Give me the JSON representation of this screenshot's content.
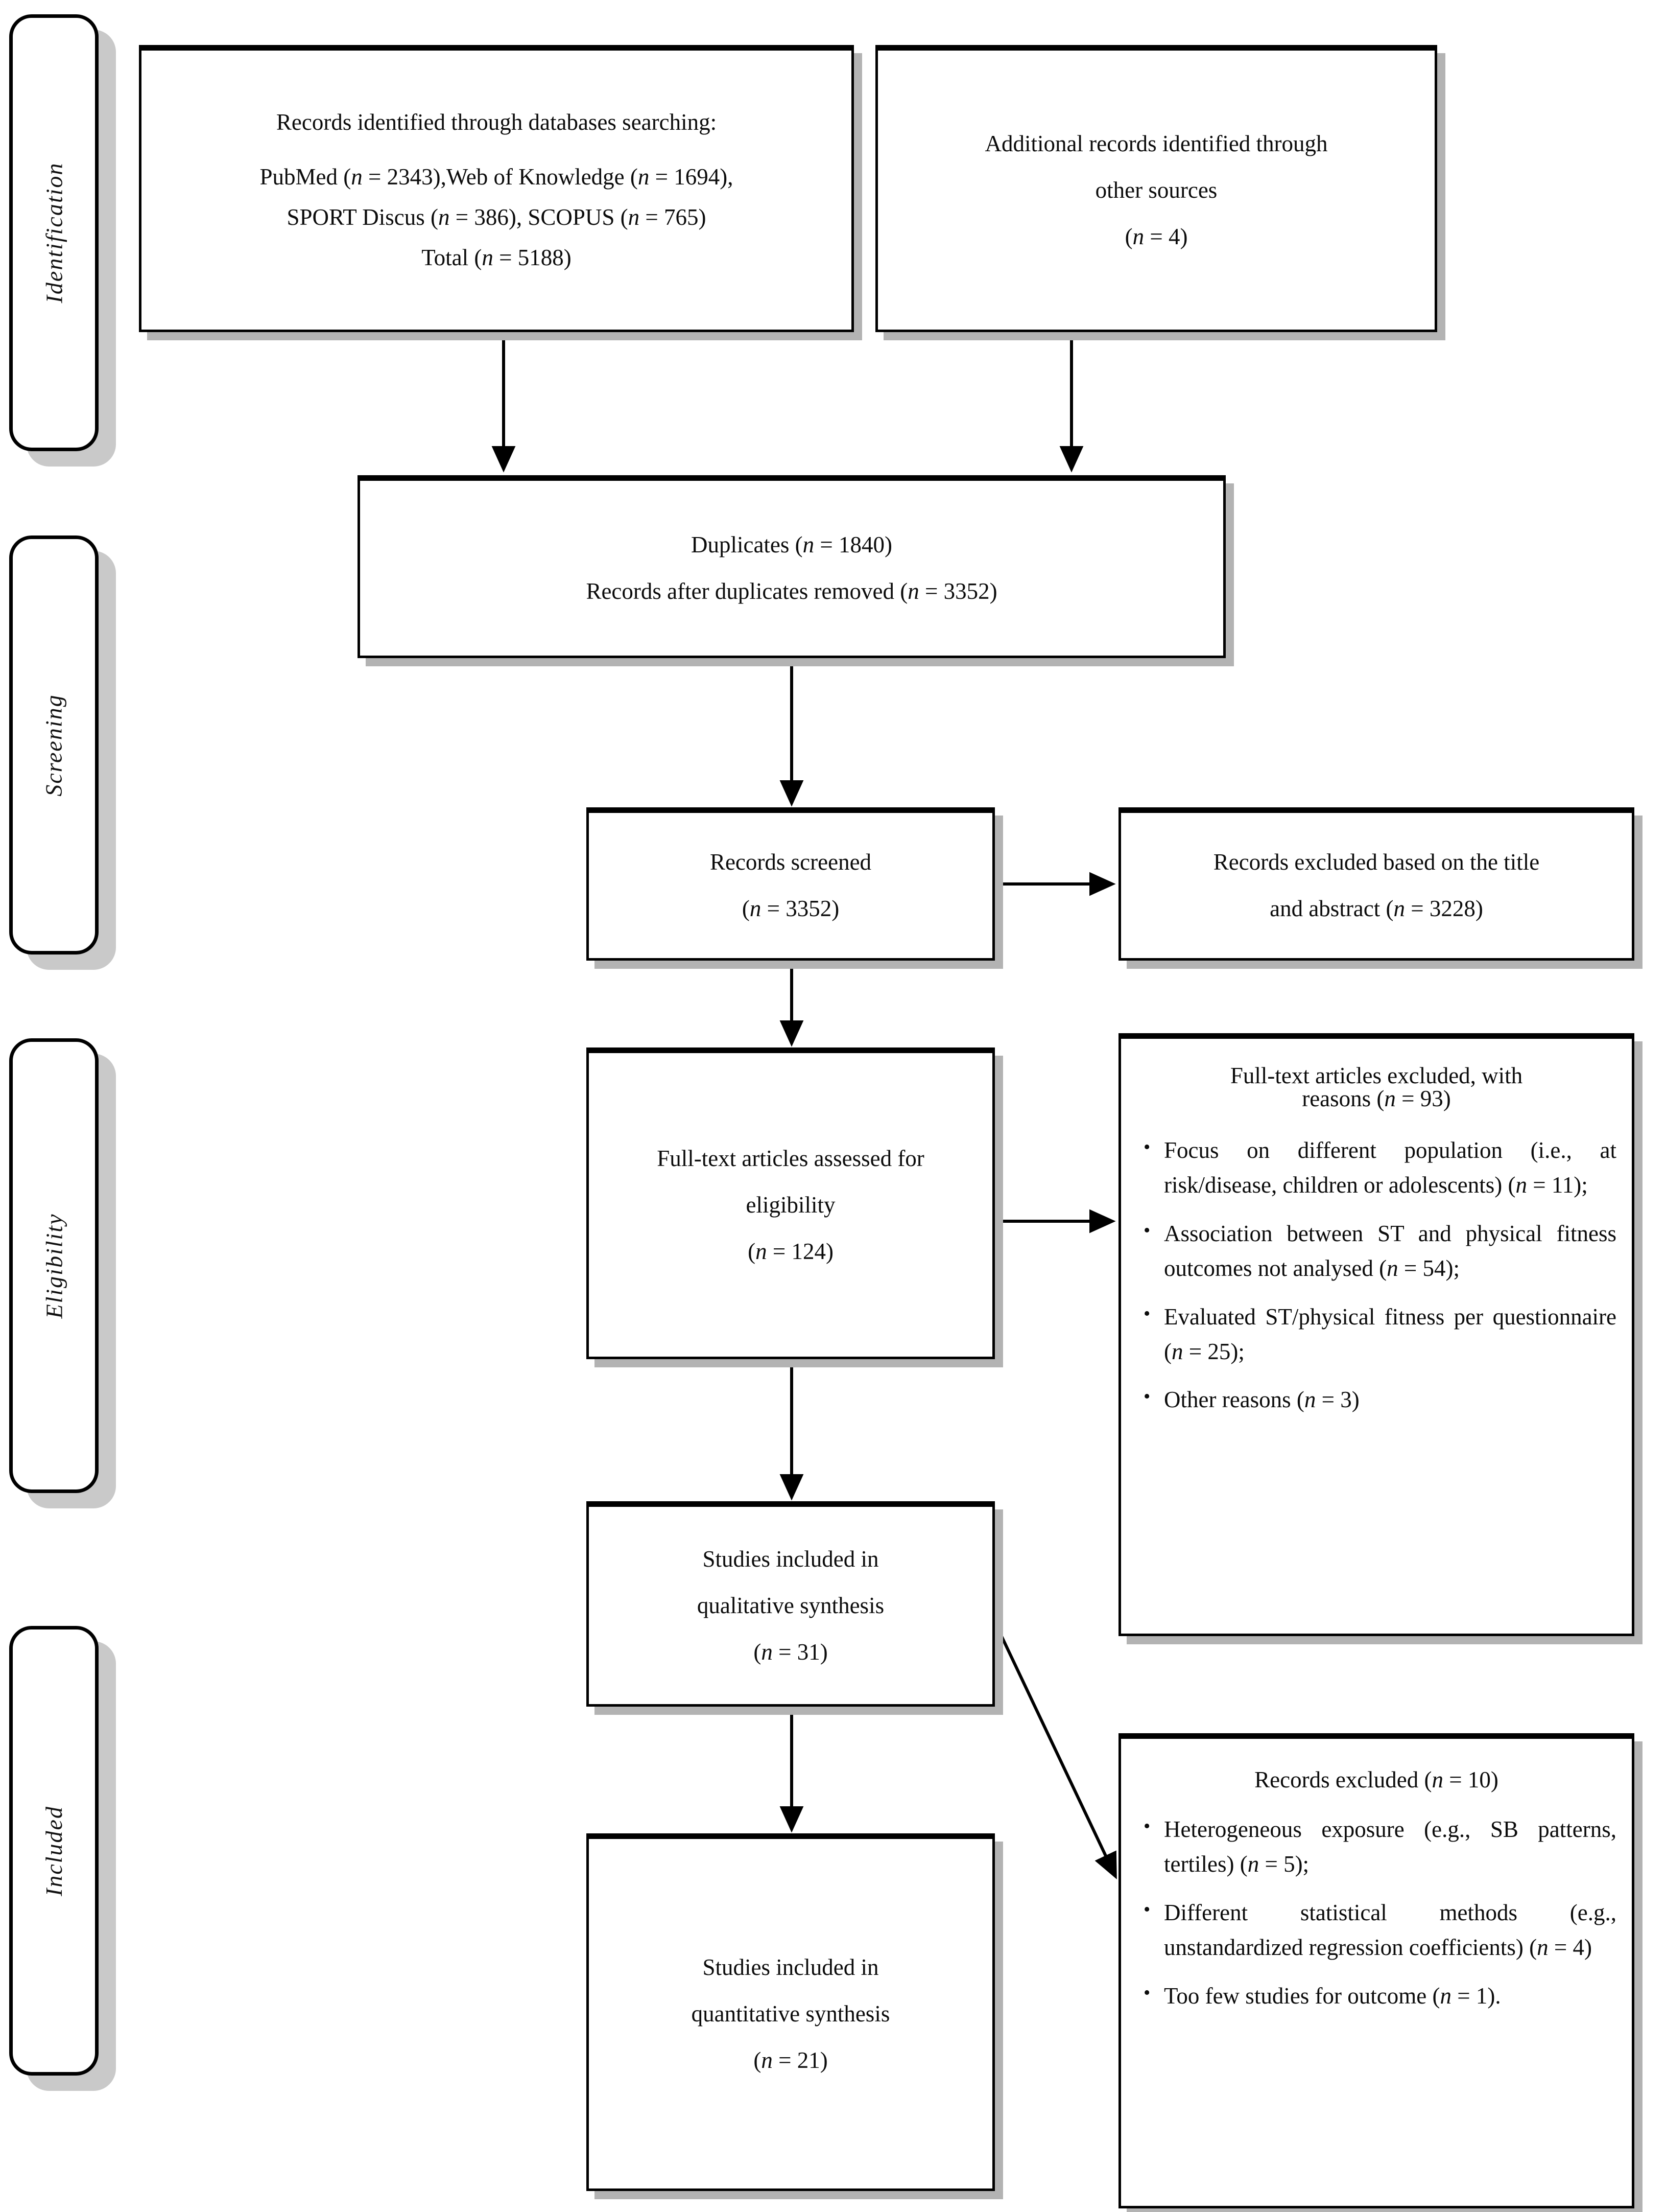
{
  "diagram": {
    "type": "prisma-flow-diagram",
    "stages": [
      {
        "id": "identification",
        "label": "Identification"
      },
      {
        "id": "screening",
        "label": "Screening"
      },
      {
        "id": "eligibility",
        "label": "Eligibility"
      },
      {
        "id": "included",
        "label": "Included"
      }
    ],
    "boxes": {
      "databases": {
        "line1": "Records identified through databases searching:",
        "line2": "PubMed (",
        "line2_n": "n",
        "line2_rest": " = 2343),Web of Knowledge (",
        "line2_n2": "n",
        "line2_end": " = 1694),",
        "line3_a": "SPORT Discus (",
        "line3_n": "n",
        "line3_b": " = 386), SCOPUS (",
        "line3_n2": "n",
        "line3_c": " = 765)",
        "line4_a": "Total (",
        "line4_n": "n",
        "line4_b": " = 5188)"
      },
      "other_sources": {
        "line1": "Additional records identified through",
        "line2": "other sources",
        "line3_a": "(",
        "line3_n": "n",
        "line3_b": " = 4)"
      },
      "duplicates": {
        "line1_a": "Duplicates (",
        "line1_n": "n",
        "line1_b": " = 1840)",
        "line2_a": "Records after duplicates removed (",
        "line2_n": "n",
        "line2_b": " = 3352)"
      },
      "records_screened": {
        "line1": "Records screened",
        "line2_a": "(",
        "line2_n": "n",
        "line2_b": " = 3352)"
      },
      "records_excluded_title": {
        "line1": "Records excluded based on the title",
        "line2_a": "and abstract (",
        "line2_n": "n",
        "line2_b": " = 3228)"
      },
      "fulltext_assessed": {
        "line1": "Full-text articles assessed for",
        "line2": "eligibility",
        "line3_a": "(",
        "line3_n": "n",
        "line3_b": " = 124)"
      },
      "fulltext_excluded": {
        "head_line1": "Full-text articles excluded, with",
        "head_line2_a": "reasons (",
        "head_line2_n": "n",
        "head_line2_b": " = 93)",
        "reasons": [
          "Focus on different population (i.e., at risk/disease, children or adolescents) (n = 11);",
          "Association between ST and physical fitness outcomes not analysed (n = 54);",
          "Evaluated ST/physical fitness per questionnaire (n = 25);",
          "Other reasons (n = 3)"
        ]
      },
      "qualitative": {
        "line1": "Studies included in",
        "line2": "qualitative synthesis",
        "line3_a": "(",
        "line3_n": "n",
        "line3_b": " = 31)"
      },
      "records_excluded_10": {
        "head_line_a": "Records excluded (",
        "head_line_n": "n",
        "head_line_b": " = 10)",
        "reasons": [
          "Heterogeneous exposure (e.g., SB patterns, tertiles) (n = 5);",
          "Different statistical methods (e.g., unstandardized regression coefficients) (n = 4)",
          "Too few studies for outcome (n = 1)."
        ]
      },
      "quantitative": {
        "line1": "Studies included in",
        "line2": "quantitative synthesis",
        "line3_a": "(",
        "line3_n": "n",
        "line3_b": " = 21)"
      }
    },
    "counts": {
      "pubmed": 2343,
      "web_of_knowledge": 1694,
      "sport_discus": 386,
      "scopus": 765,
      "total_identified": 5188,
      "other_sources": 4,
      "duplicates": 1840,
      "after_duplicates_removed": 3352,
      "records_screened": 3352,
      "excluded_title_abstract": 3228,
      "fulltext_assessed": 124,
      "fulltext_excluded": 93,
      "excl_population": 11,
      "excl_no_association": 54,
      "excl_questionnaire": 25,
      "excl_other": 3,
      "qualitative_synthesis": 31,
      "records_excluded_meta": 10,
      "excl_heterogeneous": 5,
      "excl_stat_methods": 4,
      "excl_too_few": 1,
      "quantitative_synthesis": 21
    },
    "colors": {
      "border": "#000000",
      "shadow": "#b3b3b3",
      "tab_shadow": "#c9c9c9",
      "background": "#ffffff",
      "text": "#0c0c0c"
    }
  }
}
